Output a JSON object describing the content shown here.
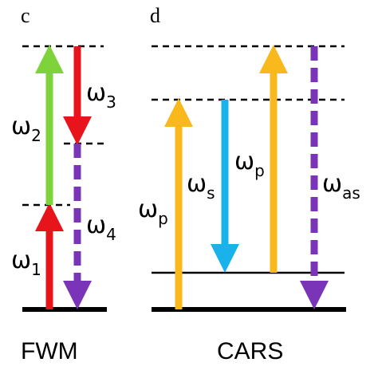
{
  "panels": {
    "fwm": {
      "letter": "c",
      "caption": "FWM"
    },
    "cars": {
      "letter": "d",
      "caption": "CARS"
    }
  },
  "labels": {
    "fwm": [
      {
        "base": "ω",
        "sub": "1"
      },
      {
        "base": "ω",
        "sub": "2"
      },
      {
        "base": "ω",
        "sub": "3"
      },
      {
        "base": "ω",
        "sub": "4"
      }
    ],
    "cars": [
      {
        "base": "ω",
        "sub": "p"
      },
      {
        "base": "ω",
        "sub": "s"
      },
      {
        "base": "ω",
        "sub": "p"
      },
      {
        "base": "ω",
        "sub": "as"
      }
    ]
  },
  "colors": {
    "red": "#e8141b",
    "green": "#7ed23a",
    "purple": "#7a34b8",
    "orange": "#f9b81b",
    "blue": "#1ab2ea",
    "black": "#000000"
  }
}
